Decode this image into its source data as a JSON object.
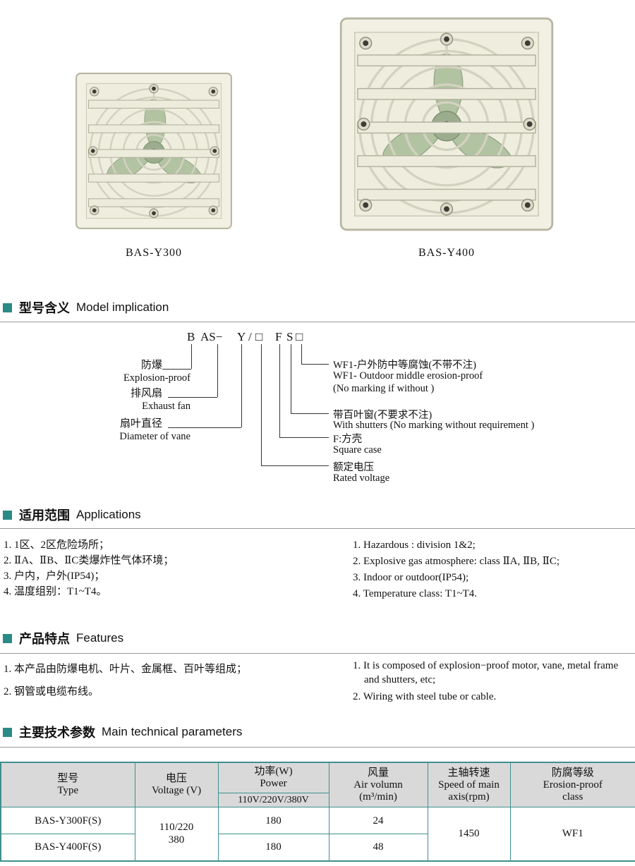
{
  "products": [
    {
      "label": "BAS-Y300"
    },
    {
      "label": "BAS-Y400"
    }
  ],
  "sections": {
    "model": {
      "zh": "型号含义",
      "en": "Model implication"
    },
    "applications": {
      "zh": "适用范围",
      "en": "Applications"
    },
    "features": {
      "zh": "产品特点",
      "en": "Features"
    },
    "parameters": {
      "zh": "主要技术参数",
      "en": "Main technical parameters"
    }
  },
  "model_diagram": {
    "tokens": [
      "B",
      "AS−",
      "Y",
      "/",
      "□",
      "F",
      "S",
      "□"
    ],
    "left": [
      {
        "zh": "防爆",
        "en": "Explosion-proof"
      },
      {
        "zh": "排风扇",
        "en": "Exhaust fan"
      },
      {
        "zh": "扇叶直径",
        "en": "Diameter of vane"
      }
    ],
    "right": [
      {
        "l1": "WF1-户外防中等腐蚀(不带不注)",
        "l2": "WF1- Outdoor middle erosion-proof",
        "l3": "(No marking  if without )"
      },
      {
        "l1": "带百叶窗(不要求不注)",
        "l2": "With shutters (No marking without requirement )"
      },
      {
        "l1": "F:方壳",
        "l2": "Square case"
      },
      {
        "l1": "额定电压",
        "l2": "Rated voltage"
      }
    ]
  },
  "applications": {
    "zh": [
      "1. 1区、2区危险场所；",
      "2. ⅡA、ⅡB、ⅡC类爆炸性气体环境；",
      "3. 户内，户外(IP54)；",
      "4. 温度组别：T1~T4。"
    ],
    "en": [
      "1. Hazardous : division 1&2;",
      "2. Explosive gas atmosphere: class ⅡA, ⅡB, ⅡC;",
      "3. Indoor or outdoor(IP54);",
      "4. Temperature class: T1~T4."
    ]
  },
  "features": {
    "zh": [
      "1. 本产品由防爆电机、叶片、金属框、百叶等组成；",
      "2. 钢管或电缆布线。"
    ],
    "en": [
      "1. It is composed of explosion−proof motor, vane, metal frame and shutters, etc;",
      "2. Wiring with steel tube or cable."
    ]
  },
  "table": {
    "headers": {
      "model_zh": "型号",
      "model_en": "Type",
      "voltage_zh": "电压",
      "voltage_en": "Voltage (V)",
      "power_zh": "功率(W)",
      "power_en": "Power",
      "power_sub": "110V/220V/380V",
      "air_zh": "风量",
      "air_en": "Air volumn",
      "air_unit": "(m³/min)",
      "speed_zh": "主轴转速",
      "speed_en": "Speed of main",
      "speed_en2": "axis(rpm)",
      "erosion_zh": "防腐等级",
      "erosion_en": "Erosion-proof",
      "erosion_en2": "class"
    },
    "rows": [
      {
        "model": "BAS-Y300F(S)",
        "power": "180",
        "air": "24"
      },
      {
        "model": "BAS-Y400F(S)",
        "power": "180",
        "air": "48"
      }
    ],
    "voltage_merged_1": "110/220",
    "voltage_merged_2": "380",
    "speed_merged": "1450",
    "erosion_merged": "WF1"
  },
  "colors": {
    "accent_teal": "#2a8a86",
    "table_border": "#3f908e",
    "header_bg": "#d9d9d9"
  }
}
